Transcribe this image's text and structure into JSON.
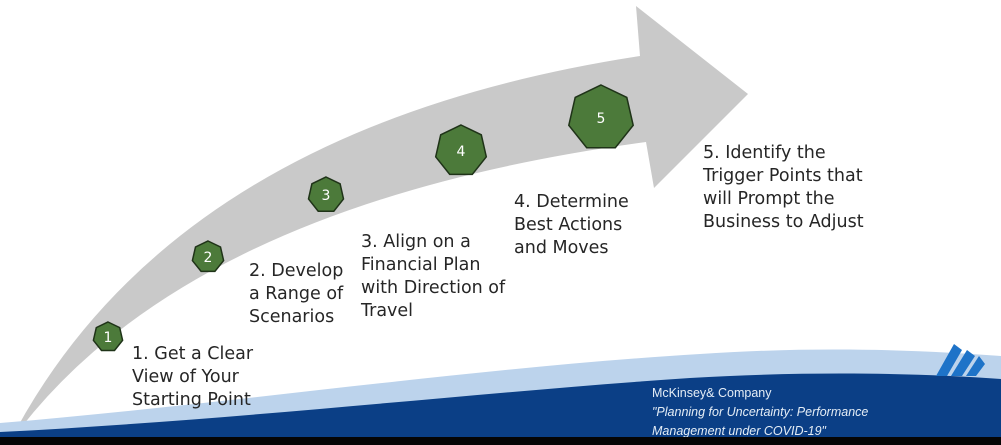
{
  "steps": [
    {
      "badge": "1",
      "lines": [
        "1. Get a Clear",
        "View of Your",
        "Starting Point"
      ]
    },
    {
      "badge": "2",
      "lines": [
        "2. Develop",
        "a Range of",
        "Scenarios"
      ]
    },
    {
      "badge": "3",
      "lines": [
        "3. Align on a",
        "Financial Plan",
        "with Direction of",
        "Travel"
      ]
    },
    {
      "badge": "4",
      "lines": [
        "4. Determine",
        "Best Actions",
        "and Moves"
      ]
    },
    {
      "badge": "5",
      "lines": [
        "5. Identify the",
        "Trigger Points that",
        "will Prompt the",
        "Business to Adjust"
      ]
    }
  ],
  "credit": {
    "company": "McKinsey& Company",
    "title_line1": "\"Planning for Uncertainty: Performance",
    "title_line2": "Management under COVID-19\""
  },
  "colors": {
    "arrow": "#c9c9c9",
    "badge_fill": "#4c7a3a",
    "badge_stroke": "#1f3318",
    "wave_dark": "#0b3f86",
    "wave_light": "#bcd3ec",
    "logo": "#1e73c8"
  },
  "icons": {
    "logo": "company-logo-icon"
  }
}
